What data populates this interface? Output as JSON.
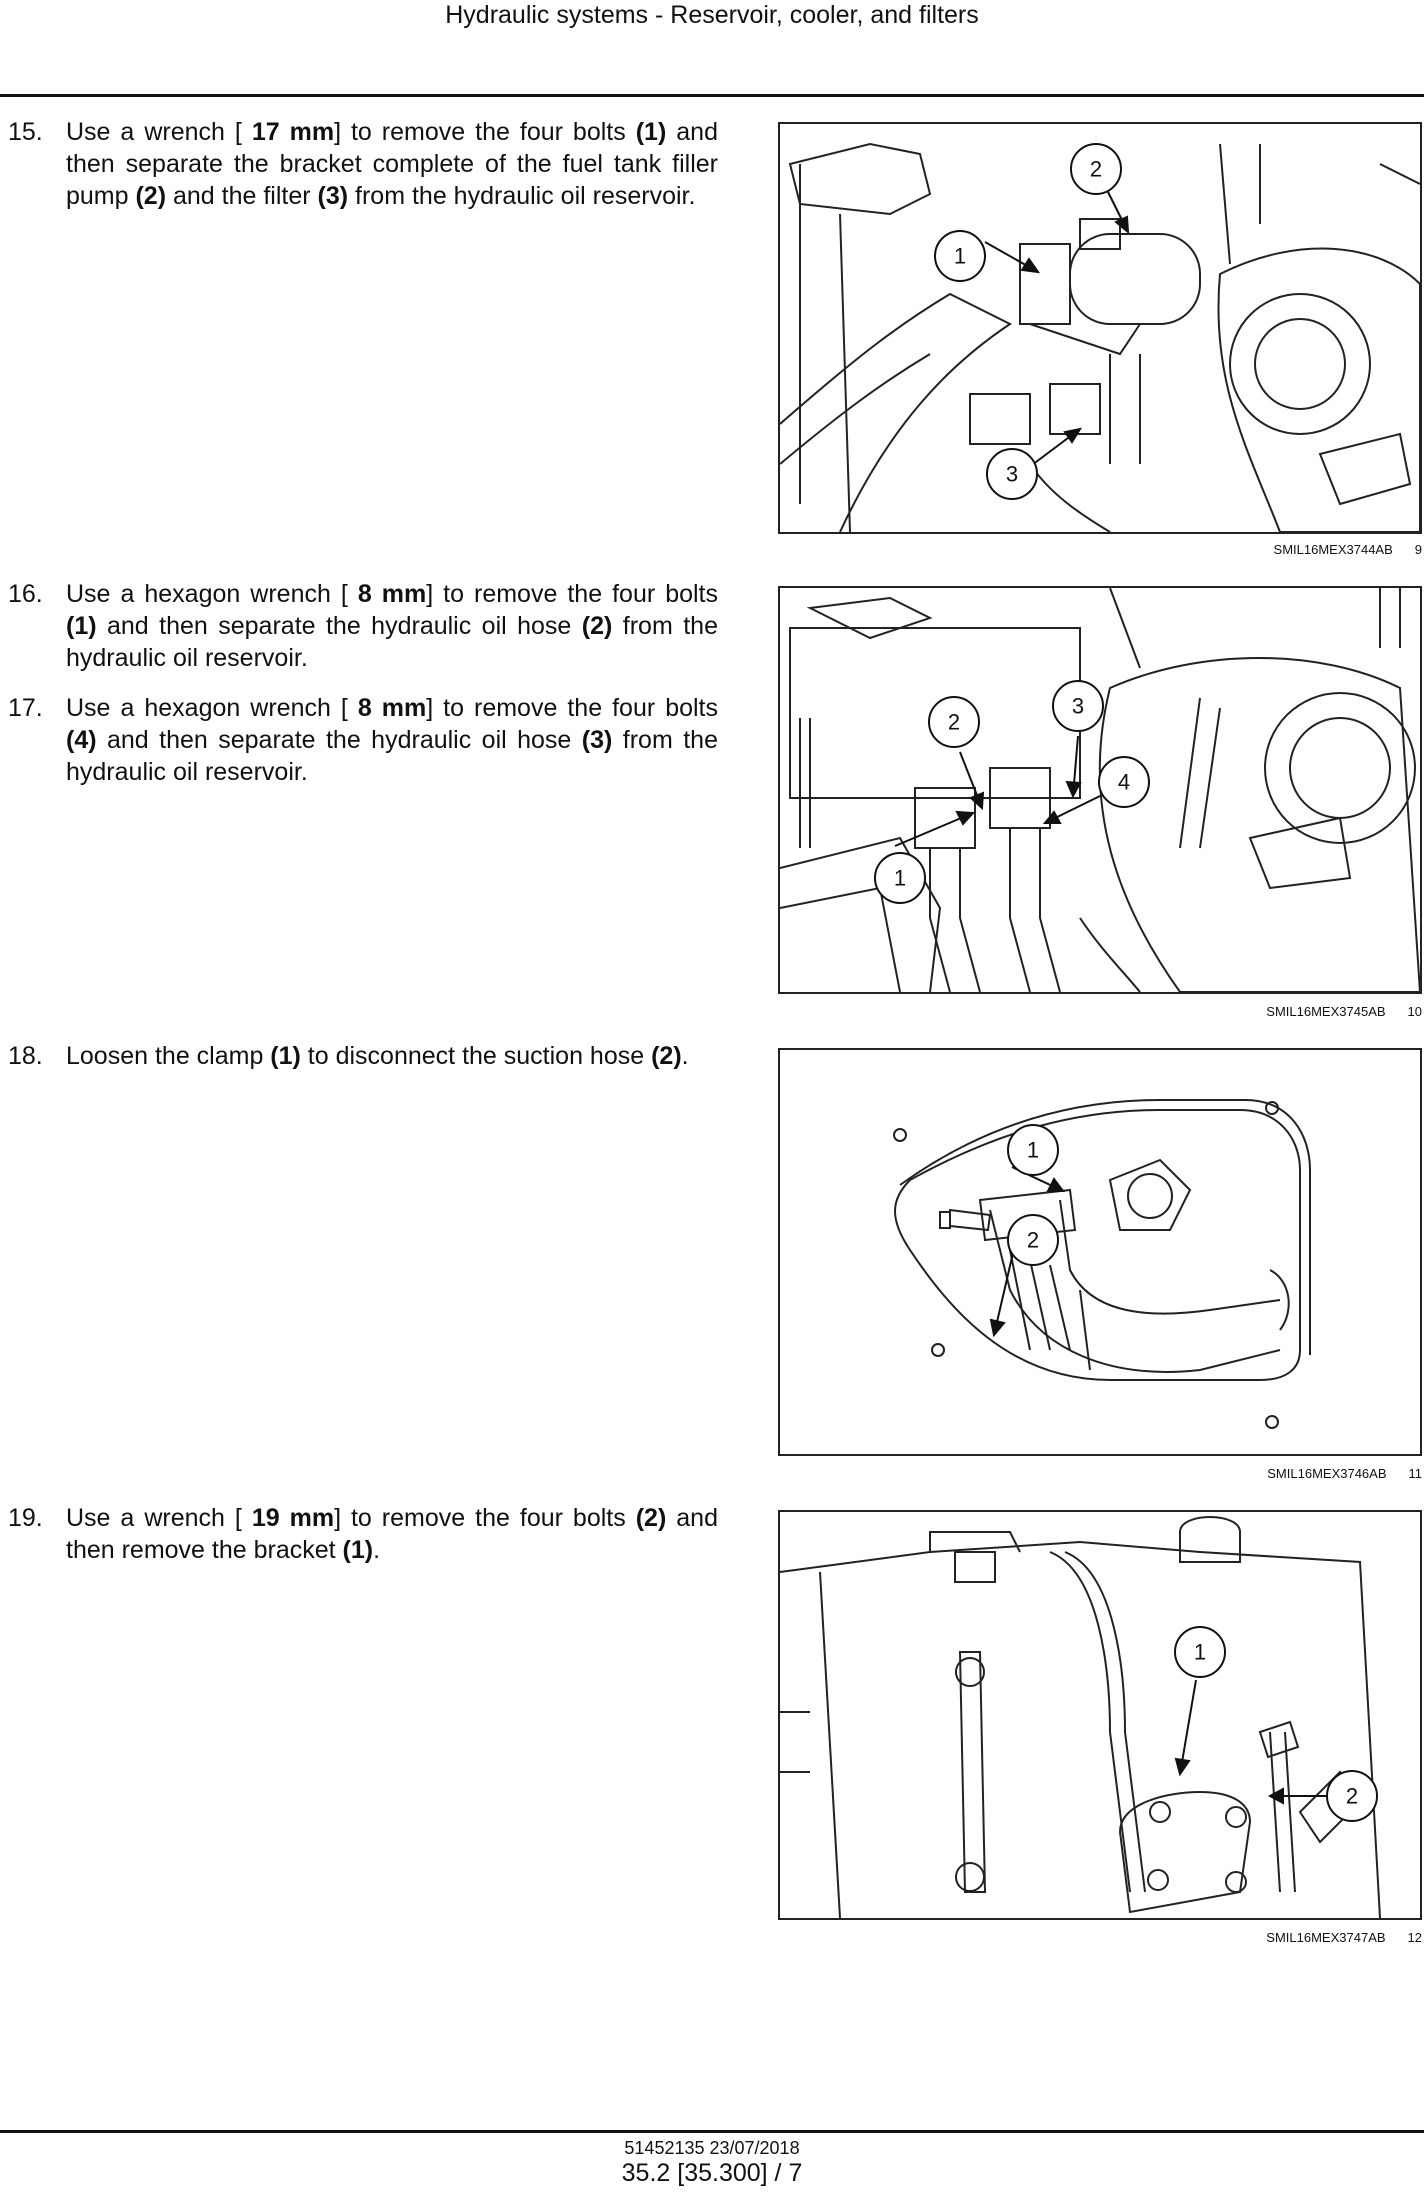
{
  "header": {
    "title": "Hydraulic systems - Reservoir, cooler, and filters"
  },
  "steps": [
    {
      "num": "15.",
      "parts": [
        {
          "t": "Use a wrench [ "
        },
        {
          "t": "17 mm",
          "b": true
        },
        {
          "t": "] to remove the four bolts "
        },
        {
          "t": "(1)",
          "b": true
        },
        {
          "t": " and then separate the bracket complete of the fuel tank filler pump "
        },
        {
          "t": "(2)",
          "b": true
        },
        {
          "t": " and the filter "
        },
        {
          "t": "(3)",
          "b": true
        },
        {
          "t": " from the hydraulic oil reservoir."
        }
      ]
    },
    {
      "num": "16.",
      "parts": [
        {
          "t": "Use a hexagon wrench [ "
        },
        {
          "t": "8 mm",
          "b": true
        },
        {
          "t": "] to remove the four bolts "
        },
        {
          "t": "(1)",
          "b": true
        },
        {
          "t": " and then separate the hydraulic oil hose "
        },
        {
          "t": "(2)",
          "b": true
        },
        {
          "t": " from the hydraulic oil reservoir."
        }
      ]
    },
    {
      "num": "17.",
      "parts": [
        {
          "t": "Use a hexagon wrench [ "
        },
        {
          "t": "8 mm",
          "b": true
        },
        {
          "t": "] to remove the four bolts "
        },
        {
          "t": "(4)",
          "b": true
        },
        {
          "t": " and then separate the hydraulic oil hose "
        },
        {
          "t": "(3)",
          "b": true
        },
        {
          "t": " from the hydraulic oil reservoir."
        }
      ]
    },
    {
      "num": "18.",
      "parts": [
        {
          "t": "Loosen the clamp "
        },
        {
          "t": "(1)",
          "b": true
        },
        {
          "t": " to disconnect the suction hose "
        },
        {
          "t": "(2)",
          "b": true
        },
        {
          "t": "."
        }
      ]
    },
    {
      "num": "19.",
      "parts": [
        {
          "t": "Use a wrench [ "
        },
        {
          "t": "19 mm",
          "b": true
        },
        {
          "t": "] to remove the four bolts "
        },
        {
          "t": "(2)",
          "b": true
        },
        {
          "t": " and then remove the bracket "
        },
        {
          "t": "(1)",
          "b": true
        },
        {
          "t": "."
        }
      ]
    }
  ],
  "figures": [
    {
      "code": "SMIL16MEX3744AB",
      "number": "9",
      "callouts": [
        "1",
        "2",
        "3"
      ]
    },
    {
      "code": "SMIL16MEX3745AB",
      "number": "10",
      "callouts": [
        "1",
        "2",
        "3",
        "4"
      ]
    },
    {
      "code": "SMIL16MEX3746AB",
      "number": "11",
      "callouts": [
        "1",
        "2"
      ]
    },
    {
      "code": "SMIL16MEX3747AB",
      "number": "12",
      "callouts": [
        "1",
        "2"
      ]
    }
  ],
  "footer": {
    "doc_line": "51452135 23/07/2018",
    "page_line": "35.2 [35.300] / 7"
  }
}
